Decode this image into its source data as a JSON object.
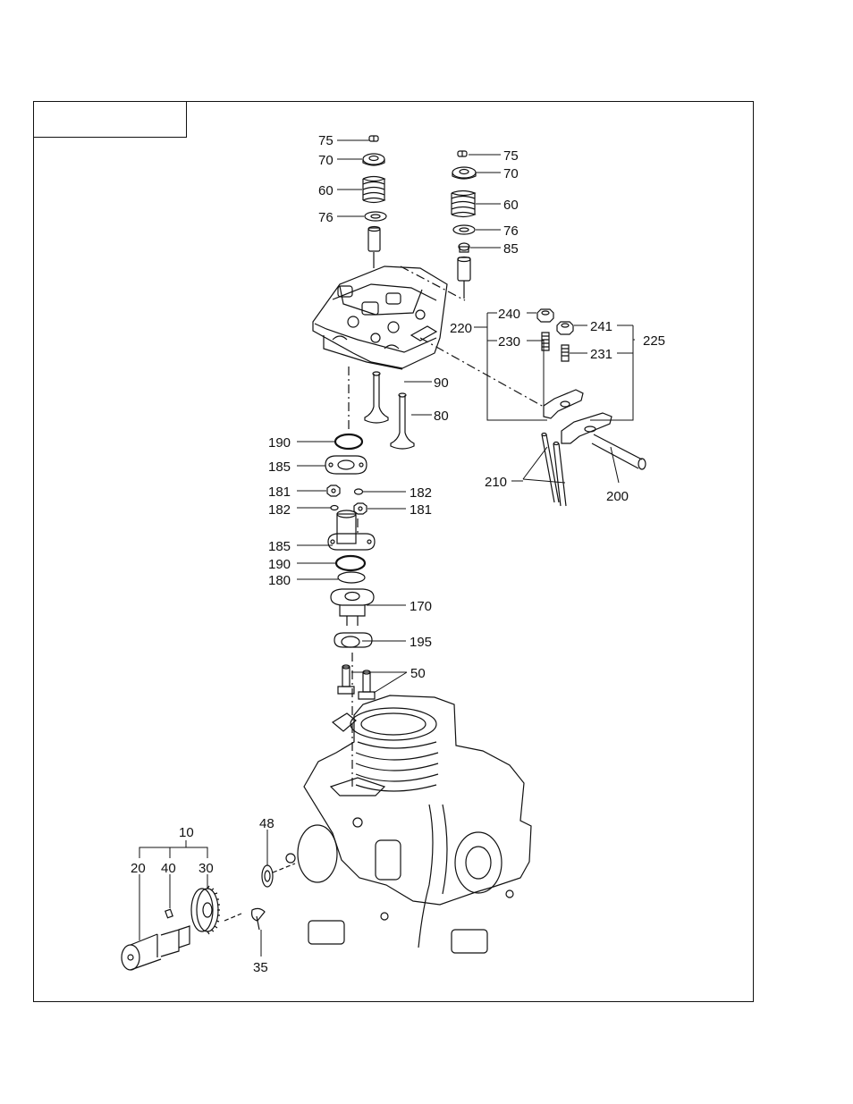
{
  "labels": {
    "l75a": "75",
    "l70a": "70",
    "l60a": "60",
    "l76a": "76",
    "l75b": "75",
    "l70b": "70",
    "l60b": "60",
    "l76b": "76",
    "l85": "85",
    "l220": "220",
    "l240": "240",
    "l230": "230",
    "l241": "241",
    "l231": "231",
    "l225": "225",
    "l90": "90",
    "l80": "80",
    "l190a": "190",
    "l185a": "185",
    "l181a": "181",
    "l182a": "182",
    "l182b": "182",
    "l181b": "181",
    "l185b": "185",
    "l190b": "190",
    "l180": "180",
    "l170": "170",
    "l195": "195",
    "l50": "50",
    "l210": "210",
    "l200": "200",
    "l10": "10",
    "l20": "20",
    "l40": "40",
    "l30": "30",
    "l48": "48",
    "l35": "35"
  },
  "colors": {
    "ink": "#111111",
    "paper": "#ffffff"
  }
}
